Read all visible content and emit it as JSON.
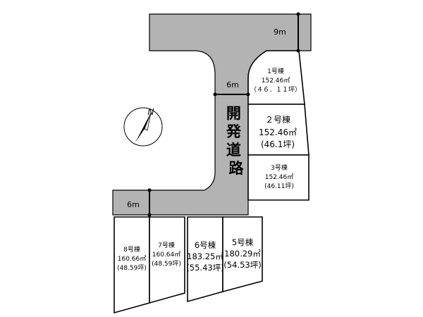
{
  "road": {
    "name": "開発道路",
    "widths": {
      "top": "9m",
      "middle": "6m",
      "bottom": "6m"
    }
  },
  "compass": {
    "north": "N"
  },
  "lots": [
    {
      "number": "1号棟",
      "area_m2": "152.46㎡",
      "area_tsubo": "（４６．１１坪）"
    },
    {
      "number": "２号棟",
      "area_m2": "152.46㎡",
      "area_tsubo": "(46.1坪)"
    },
    {
      "number": "3号棟",
      "area_m2": "152.46㎡",
      "area_tsubo": "(46.11坪)"
    },
    {
      "number": "8号棟",
      "area_m2": "160.66㎡",
      "area_tsubo": "(48.59坪)"
    },
    {
      "number": "7号棟",
      "area_m2": "160.64㎡",
      "area_tsubo": "(48.59坪)"
    },
    {
      "number": "6号棟",
      "area_m2": "183.25㎡",
      "area_tsubo": "(55.43坪)"
    },
    {
      "number": "5号棟",
      "area_m2": "180.29㎡",
      "area_tsubo": "(54.53坪)"
    }
  ]
}
